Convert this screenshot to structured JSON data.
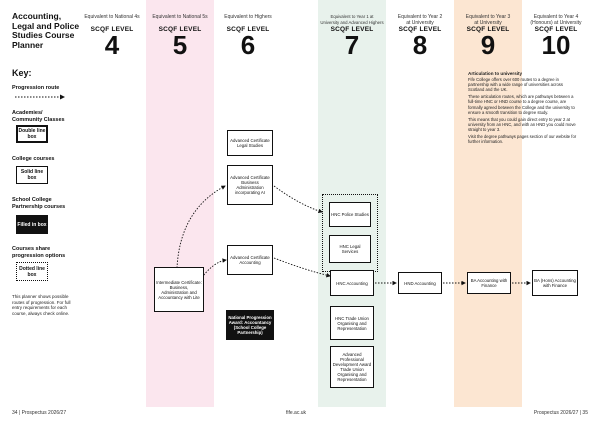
{
  "title": "Accounting, Legal and Police Studies Course Planner",
  "colors": {
    "pink": "#fbe6ee",
    "green": "#e8f2ec",
    "peach": "#fce6d2"
  },
  "levels": [
    {
      "eq": "Equivalent to National 4s",
      "label": "SCQF LEVEL",
      "num": "4"
    },
    {
      "eq": "Equivalent to National 5s",
      "label": "SCQF LEVEL",
      "num": "5"
    },
    {
      "eq": "Equivalent to Highers",
      "label": "SCQF LEVEL",
      "num": "6"
    },
    {
      "eq": "Equivalent to Year 1 at\nUniversity and Advanced Highers",
      "label": "SCQF LEVEL",
      "num": "7"
    },
    {
      "eq": "Equivalent to Year 2\nat University",
      "label": "SCQF LEVEL",
      "num": "8"
    },
    {
      "eq": "Equivalent to Year 3\nat University",
      "label": "SCQF LEVEL",
      "num": "9"
    },
    {
      "eq": "Equivalent to Year 4\n(Honours) at University",
      "label": "SCQF LEVEL",
      "num": "10"
    }
  ],
  "key": {
    "title": "Key:",
    "progression": "Progression route",
    "academies": "Academies/ Community Classes",
    "double_box": "Double line box",
    "college": "College courses",
    "solid_box": "Solid line box",
    "school": "School College Partnership courses",
    "filled_box": "Filled in box",
    "shared": "Courses share progression options",
    "dotted_box": "Dotted line box"
  },
  "note": "This planner shows possible routes of progression. For full entry requirements for each course, always check online.",
  "courses": {
    "intermediate": "Intermediate Certificate: Business, Administration and Accountancy with Lite",
    "adv_legal": "Advanced Certificate Legal Studies",
    "adv_business": "Advanced Certificate Business Administration incorporating AI",
    "adv_accounting": "Advanced Certificate Accounting",
    "npa": "National Progression Award: Accountancy (School College Partnership)",
    "hnc_police": "HNC Police Studies",
    "hnc_legal": "HNC Legal Services",
    "hnc_accounting": "HNC Accounting",
    "hnc_trade": "HNC Trade Union Organising and Representation",
    "pda": "Advanced Professional Development Award Trade Union Organising and Representation",
    "hnd_accounting": "HND Accounting",
    "ba_accounting": "BA Accounting with Finance",
    "ba_hons": "BA (Hons) Accounting with Finance"
  },
  "articulation": {
    "heading": "Articulation to university",
    "p1": "Fife College offers over 600 routes to a degree in partnership with a wide range of universities across Scotland and the UK.",
    "p2": "These articulation routes, which are pathways between a full-time HNC or HND course to a degree course, are formally agreed between the College and the university to ensure a smooth transition to degree study.",
    "p3": "This means that you could gain direct entry to year 2 at university from an HNC, and with an HND you could move straight to year 3.",
    "p4": "Visit the degree pathways pages section of our website for further information."
  },
  "footer": {
    "left": "34 | Prospectus 2026/27",
    "center": "fife.ac.uk",
    "right": "Prospectus 2026/27 | 35"
  }
}
